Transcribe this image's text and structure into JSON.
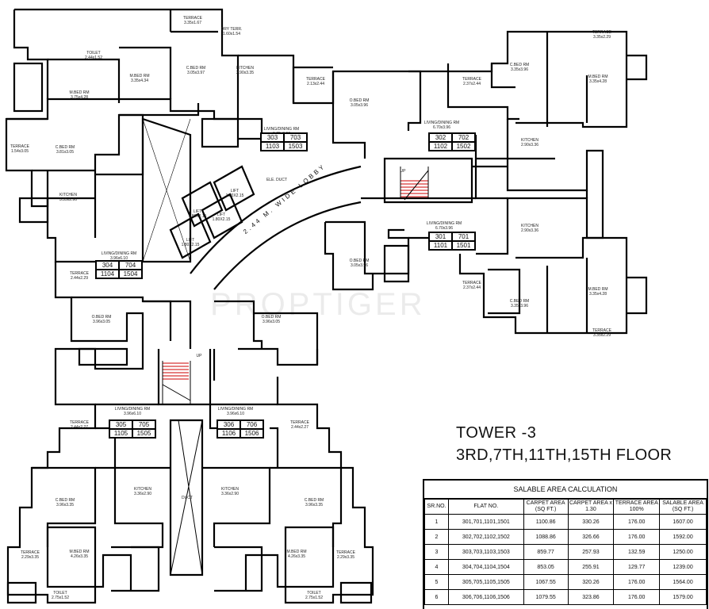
{
  "tower": "TOWER -3",
  "floors": "3RD,7TH,11TH,15TH FLOOR",
  "lobby": "2.44 M. WIDE LOBBY",
  "watermark": "PROPTIGER",
  "units": [
    {
      "a": "303",
      "b": "703",
      "c": "1103",
      "d": "1503"
    },
    {
      "a": "302",
      "b": "702",
      "c": "1102",
      "d": "1502"
    },
    {
      "a": "301",
      "b": "701",
      "c": "1101",
      "d": "1501"
    },
    {
      "a": "304",
      "b": "704",
      "c": "1104",
      "d": "1504"
    },
    {
      "a": "305",
      "b": "705",
      "c": "1105",
      "d": "1505"
    },
    {
      "a": "306",
      "b": "706",
      "c": "1106",
      "d": "1506"
    }
  ],
  "rooms": {
    "terrace_top": "TERRACE\n3.35x1.67",
    "dry_top": "DRY TERR.\n1.60x1.54",
    "toilet_nw": "TOILET\n2.44x1.52",
    "mbed_nw": "M.BED RM\n3.75x4.28",
    "cbed_n1": "C.BED RM\n3.05x3.97",
    "mbed_n2": "M.BED RM\n3.35x4.34",
    "kitchen_n": "KITCHEN\n2.90x3.35",
    "terrace_ne1": "TERRACE\n3.35x2.29",
    "cbed_ne": "C.BED RM\n3.35x3.96",
    "mbed_ne": "M.BED RM\n3.35x4.28",
    "terrace_c1": "TERRACE\n2.13x2.44",
    "obed_c1": "O.BED RM\n3.05x3.96",
    "terrace_c2": "TERRACE\n2.37x2.44",
    "living_303": "LIVING/DINING RM\n6.70x3.96",
    "living_302": "LIVING/DINING RM\n6.70x3.96",
    "living_301": "LIVING/DINING RM\n6.70x3.96",
    "living_304": "LIVING/DINING RM\n3.96x6.10",
    "living_305": "LIVING/DINING RM\n3.96x6.10",
    "living_306": "LIVING/DINING RM\n3.96x6.10",
    "kitchen_e1": "KITCHEN\n2.90x3.36",
    "kitchen_e2": "KITCHEN\n2.90x3.36",
    "kitchen_w": "KITCHEN\n3.35x2.90",
    "cbed_w": "C.BED RM\n3.81x3.05",
    "terrace_w": "TERRACE\n1.54x3.05",
    "terrace_304": "TERRACE\n2.44x2.29",
    "obed_304": "O.BED RM\n3.96x3.05",
    "obed_301": "O.BED RM\n3.05x3.96",
    "obed_306": "O.BED RM\n3.96x3.05",
    "terrace_se1": "TERRACE\n2.37x2.44",
    "cbed_se": "C.BED RM\n3.35x3.96",
    "mbed_se": "M.BED RM\n3.35x4.28",
    "terrace_se2": "TERRACE\n3.35x2.29",
    "terrace_305": "TERRACE\n2.44x2.27",
    "terrace_306": "TERRACE\n2.44x2.27",
    "cbed_sw": "C.BED RM\n3.96x3.35",
    "cbed_s2": "C.BED RM\n3.96x3.35",
    "kitchen_s1": "KITCHEN\n3.36x2.90",
    "kitchen_s2": "KITCHEN\n3.36x2.90",
    "mbed_sw": "M.BED RM\n4.26x3.35",
    "mbed_s2": "M.BED RM\n4.26x3.35",
    "terrace_sw": "TERRACE\n2.29x3.35",
    "terrace_s2": "TERRACE\n2.29x3.35",
    "toilet_sw": "TOILET\n2.75x1.52",
    "toilet_s2": "TOILET\n2.75x1.52",
    "duct": "DUCT",
    "ele_duct": "ELE. DUCT",
    "lift1": "LIFT\n1.80X2.15",
    "lift2": "LIFT\n1.80X2.15",
    "lift3": "LIFT\n1.80X2.15",
    "lift4": "LIFT\n1.80X2.15",
    "up1": "UP",
    "up2": "UP"
  },
  "salable": {
    "title": "SALABLE AREA CALCULATION",
    "headers": [
      "SR.NO.",
      "FLAT NO.",
      "CARPET AREA\n(SQ FT.)",
      "CARPET AREA x\n1.30",
      "TERRACE AREA\n100%",
      "SALABLE AREA\n(SQ FT.)"
    ],
    "rows": [
      [
        "1",
        "301,701,1101,1501",
        "1100.86",
        "330.26",
        "176.00",
        "1607.00"
      ],
      [
        "2",
        "302,702,1102,1502",
        "1088.86",
        "326.66",
        "176.00",
        "1592.00"
      ],
      [
        "3",
        "303,703,1103,1503",
        "859.77",
        "257.93",
        "132.59",
        "1250.00"
      ],
      [
        "4",
        "304,704,1104,1504",
        "853.05",
        "255.91",
        "129.77",
        "1239.00"
      ],
      [
        "5",
        "305,705,1105,1505",
        "1067.55",
        "320.26",
        "176.00",
        "1564.00"
      ],
      [
        "6",
        "306,706,1106,1506",
        "1079.55",
        "323.86",
        "176.00",
        "1579.00"
      ]
    ]
  }
}
